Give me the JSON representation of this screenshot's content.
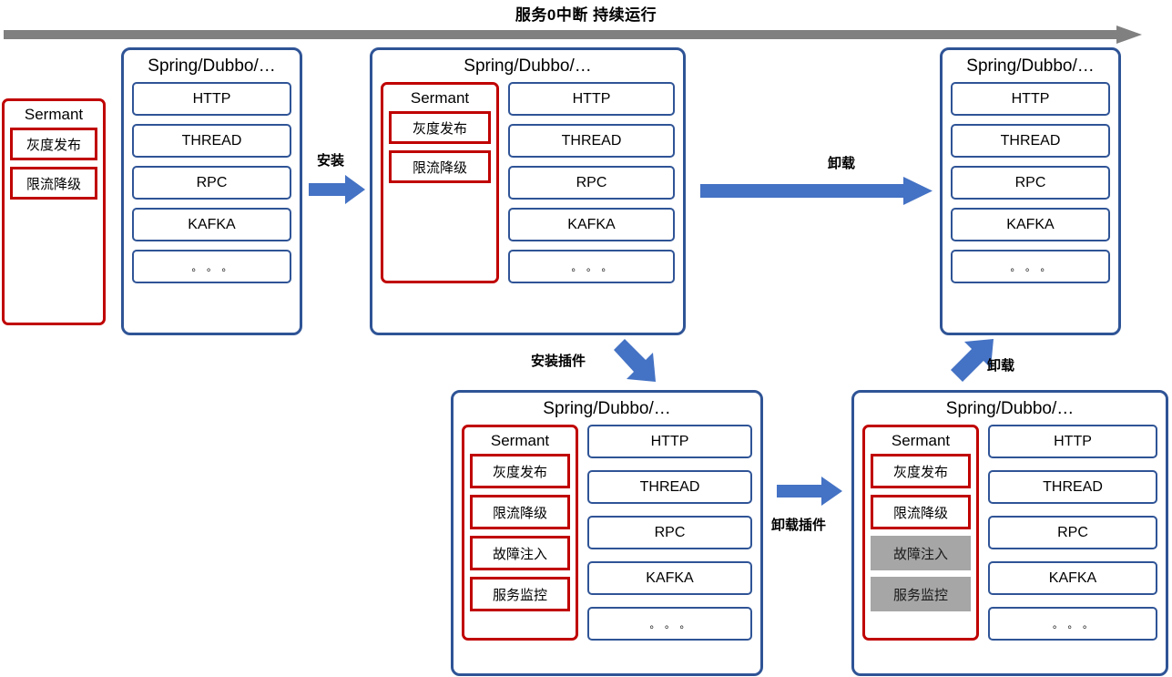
{
  "banner": {
    "title": "服务0中断 持续运行",
    "arrow_color": "#808080",
    "arrow_name": "continuous-operation-timeline-arrow"
  },
  "colors": {
    "app_border": "#2F5496",
    "module_border": "#2F5496",
    "sermant_border": "#C00000",
    "disabled_plugin": "#A6A6A6",
    "arrow_blue": "#4472C4",
    "timeline_gray": "#808080"
  },
  "labels": {
    "app_title": "Spring/Dubbo/…",
    "sermant_title": "Sermant",
    "dots": "。。。"
  },
  "modules": [
    "HTTP",
    "THREAD",
    "RPC",
    "KAFKA",
    "。。。"
  ],
  "plugins": {
    "gray_release": "灰度发布",
    "rate_limit": "限流降级",
    "fault_injection": "故障注入",
    "service_monitor": "服务监控"
  },
  "arrows": {
    "install": "安装",
    "uninstall": "卸载",
    "install_plugin": "安装插件",
    "uninstall_plugin": "卸载插件",
    "uninstall_bottom": "卸载"
  },
  "stages": {
    "standalone_sermant": {
      "title": "Sermant",
      "plugins": [
        "灰度发布",
        "限流降级"
      ]
    },
    "app_plain_left": {
      "title": "Spring/Dubbo/…",
      "modules": [
        "HTTP",
        "THREAD",
        "RPC",
        "KAFKA",
        "。。。"
      ],
      "has_sermant": false
    },
    "app_with_sermant": {
      "title": "Spring/Dubbo/…",
      "modules": [
        "HTTP",
        "THREAD",
        "RPC",
        "KAFKA",
        "。。。"
      ],
      "has_sermant": true,
      "sermant_title": "Sermant",
      "plugins": [
        "灰度发布",
        "限流降级"
      ]
    },
    "app_plain_right": {
      "title": "Spring/Dubbo/…",
      "modules": [
        "HTTP",
        "THREAD",
        "RPC",
        "KAFKA",
        "。。。"
      ],
      "has_sermant": false
    },
    "app_four_plugins": {
      "title": "Spring/Dubbo/…",
      "modules": [
        "HTTP",
        "THREAD",
        "RPC",
        "KAFKA",
        "。。。"
      ],
      "sermant_title": "Sermant",
      "plugins": [
        {
          "label": "灰度发布",
          "state": "active"
        },
        {
          "label": "限流降级",
          "state": "active"
        },
        {
          "label": "故障注入",
          "state": "active"
        },
        {
          "label": "服务监控",
          "state": "active"
        }
      ]
    },
    "app_plugins_disabled": {
      "title": "Spring/Dubbo/…",
      "modules": [
        "HTTP",
        "THREAD",
        "RPC",
        "KAFKA",
        "。。。"
      ],
      "sermant_title": "Sermant",
      "plugins": [
        {
          "label": "灰度发布",
          "state": "active"
        },
        {
          "label": "限流降级",
          "state": "active"
        },
        {
          "label": "故障注入",
          "state": "disabled"
        },
        {
          "label": "服务监控",
          "state": "disabled"
        }
      ]
    }
  }
}
